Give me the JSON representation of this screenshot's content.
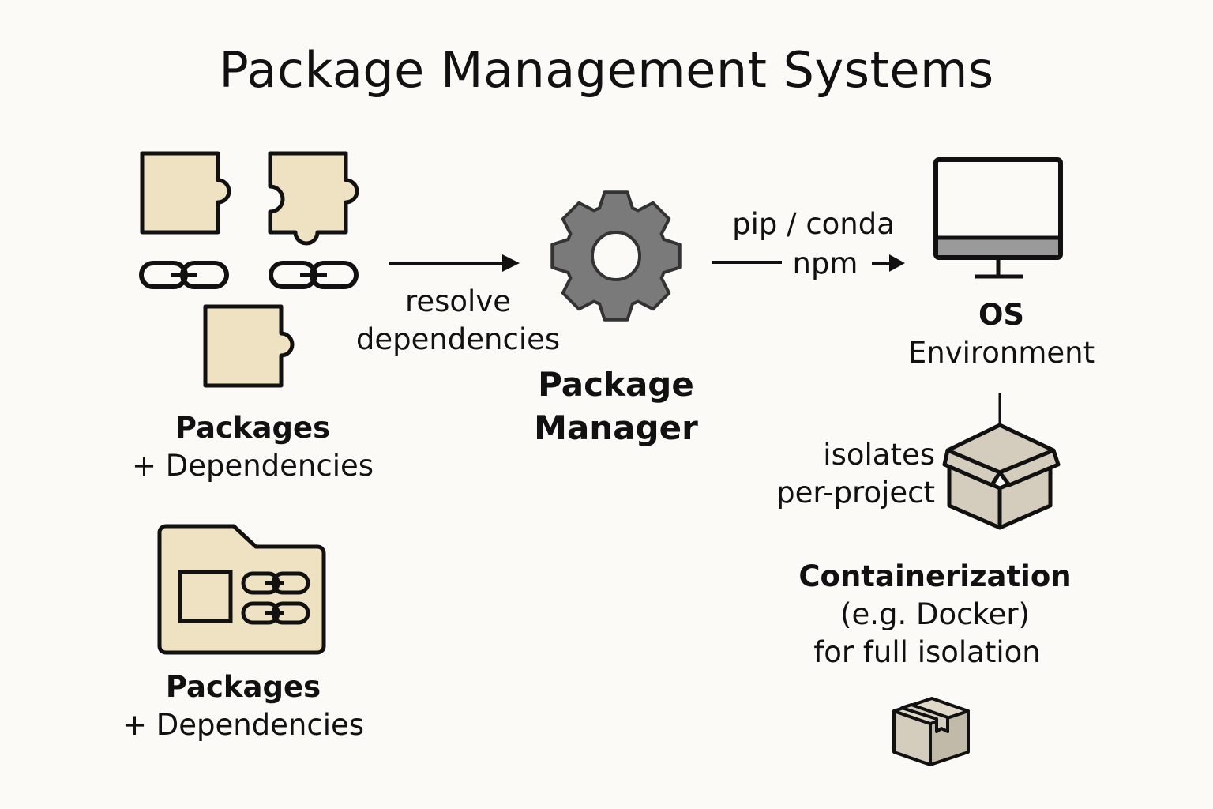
{
  "title": "Package Management Systems",
  "packages_top": {
    "title": "Packages",
    "subtitle": "+ Dependencies"
  },
  "packages_bottom": {
    "title": "Packages",
    "subtitle": "+ Dependencies"
  },
  "arrow_resolve": {
    "line1": "resolve",
    "line2": "dependencies"
  },
  "package_manager": {
    "line1": "Package",
    "line2": "Manager"
  },
  "arrow_tools": {
    "line1": "pip / conda",
    "line2": "npm"
  },
  "os_environment": {
    "line1": "OS",
    "line2": "Environment"
  },
  "isolation": {
    "line1": "isolates",
    "line2": "per-project"
  },
  "containerization": {
    "title": "Containerization",
    "line2": "(e.g. Docker)",
    "line3": "for full isolation"
  },
  "colors": {
    "piece_fill": "#efe2c3",
    "gear": "#7a7a7a",
    "box_fill": "#d4cdbd",
    "stroke": "#111111",
    "background": "#fbfaf6"
  },
  "icons": [
    "puzzle-piece-icon",
    "chain-link-icon",
    "gear-icon",
    "monitor-icon",
    "box-icon",
    "folder-icon"
  ]
}
